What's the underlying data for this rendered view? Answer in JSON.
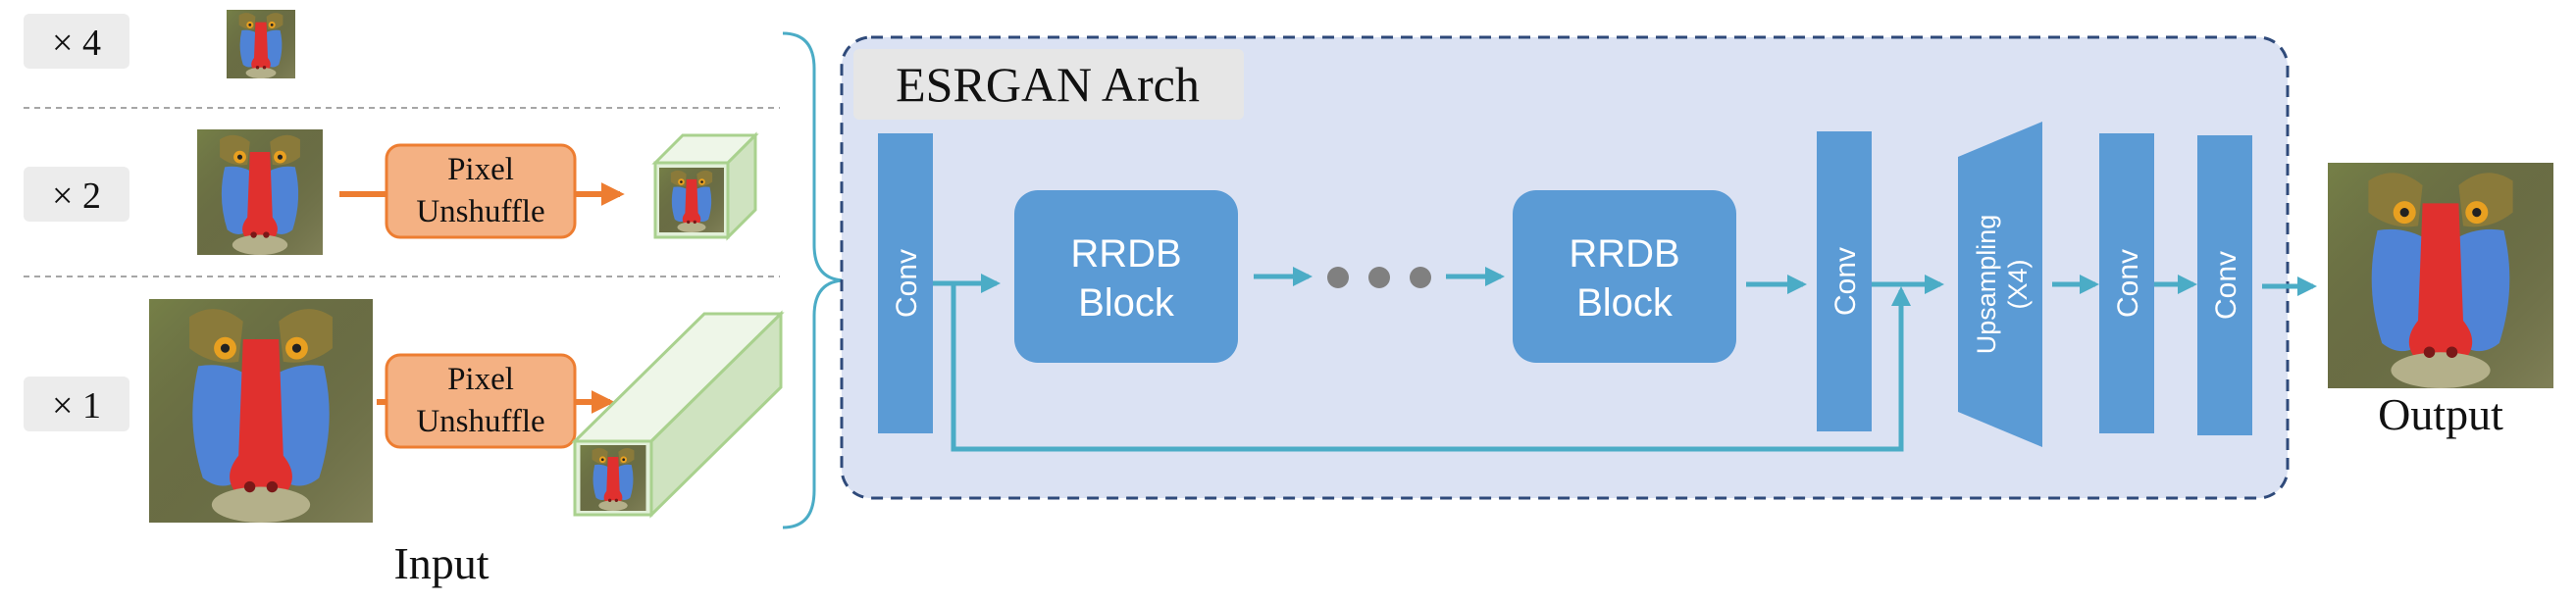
{
  "scales": [
    {
      "id": "x4",
      "label": "× 4"
    },
    {
      "id": "x2",
      "label": "× 2"
    },
    {
      "id": "x1",
      "label": "× 1"
    }
  ],
  "pixel_unshuffle": {
    "line1": "Pixel",
    "line2": "Unshuffle"
  },
  "input_label": "Input",
  "output_label": "Output",
  "arch": {
    "title": "ESRGAN Arch",
    "conv_label": "Conv",
    "rrdb": {
      "line1": "RRDB",
      "line2": "Block"
    },
    "upsampling": {
      "line1": "Upsampling",
      "line2": "(X4)"
    }
  },
  "colors": {
    "arch_fill": "#dbe2f3",
    "arch_border": "#2f4a7a",
    "block_blue": "#5b9bd5",
    "arrow_teal": "#4bacc6",
    "orange": "#ed7d31",
    "orange_fill": "#f4b183",
    "cube_face": "#e2f0d9",
    "cube_border": "#a9d18e",
    "scale_tag": "#ececec",
    "title_tag": "#e6e6e6",
    "dots": "#808080",
    "divider": "#a6a6a6"
  },
  "icons": {
    "baboon": "baboon-image-icon",
    "arrow": "arrow-right-icon",
    "cube": "feature-tensor-cube-icon",
    "brace": "curly-brace-icon",
    "ellipsis": "ellipsis-dots-icon"
  }
}
